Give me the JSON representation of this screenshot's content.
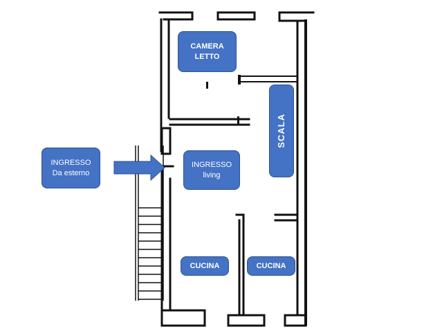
{
  "rooms": {
    "camera_letto": {
      "line1": "CAMERA",
      "line2": "LETTO"
    },
    "ingresso_esterno": {
      "line1": "INGRESSO",
      "line2": "Da esterno"
    },
    "ingresso_living": {
      "line1": "INGRESSO",
      "line2": "living"
    },
    "cucina_left": {
      "label": "CUCINA"
    },
    "cucina_right": {
      "label": "CUCINA"
    },
    "scala": {
      "label": "SCALA"
    }
  },
  "colors": {
    "label_fill": "#4472c4",
    "label_border": "#2f528f",
    "walls": "#111111"
  }
}
